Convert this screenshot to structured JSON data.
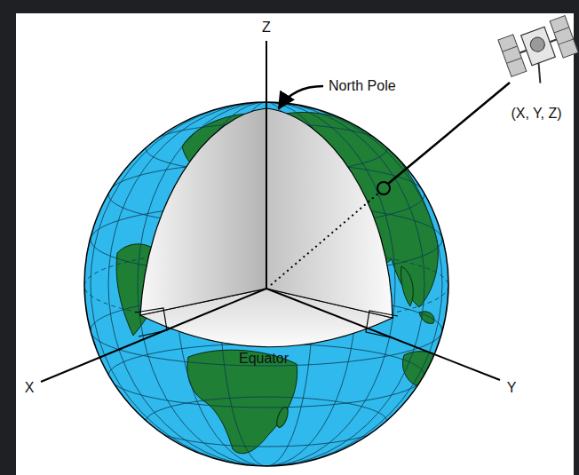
{
  "diagram": {
    "labels": [
      "Z",
      "North Pole",
      "(X, Y, Z)",
      "X",
      "Equator",
      "Y"
    ]
  }
}
